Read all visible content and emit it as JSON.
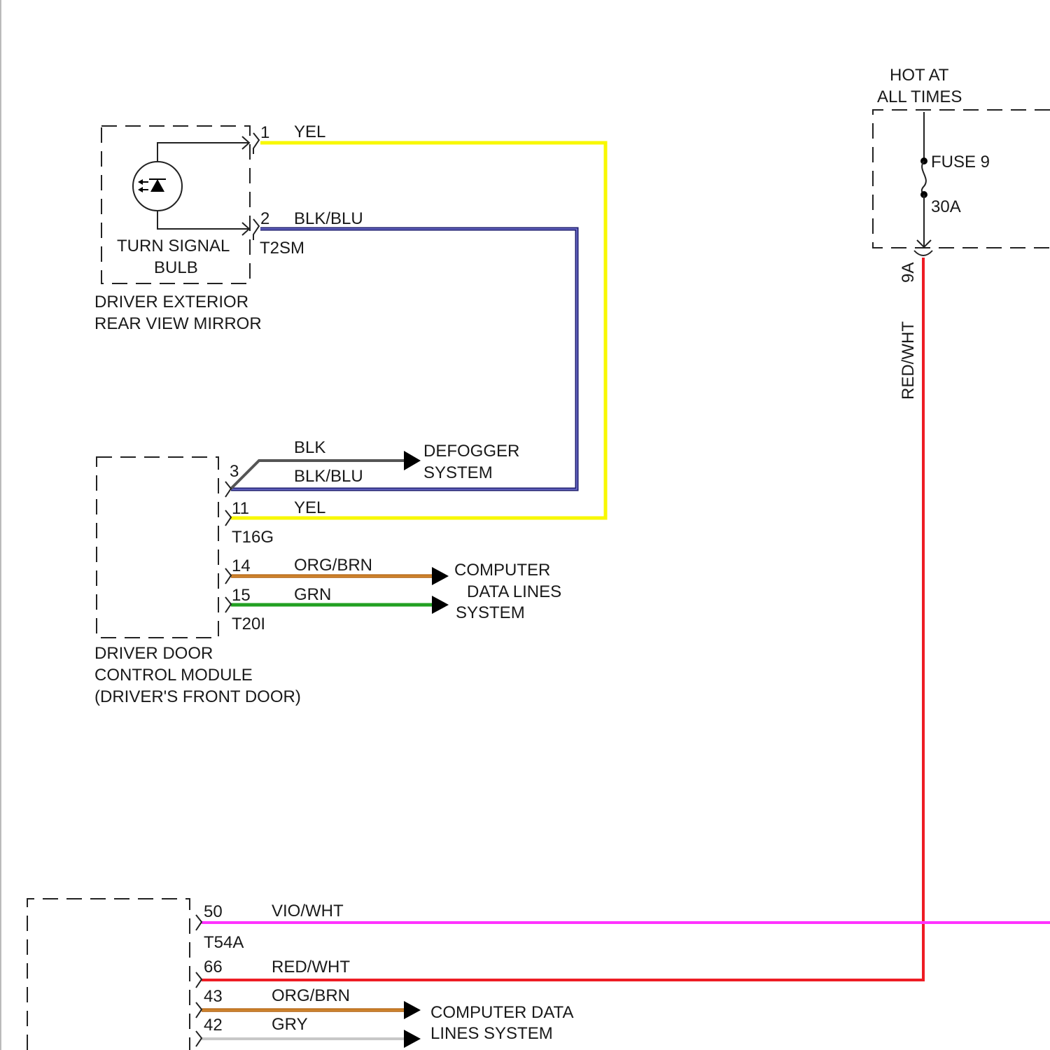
{
  "colors": {
    "YEL": "#f8f800",
    "BLK_BLU_outer": "#1f1f70",
    "BLK_BLU_inner": "#7878d8",
    "BLK": "#555555",
    "ORG_BRN_outer": "#b05a00",
    "ORG_BRN_inner": "#e0a050",
    "GRN": "#22a022",
    "VIO_WHT": "#ff33ff",
    "RED_WHT": "#ee1c24",
    "GRY": "#c8c8c8",
    "component_line": "#222222"
  },
  "power": {
    "hot_at_line1": "HOT AT",
    "hot_at_line2": "ALL TIMES",
    "fuse_name": "FUSE 9",
    "fuse_rating": "30A",
    "connector_pin": "9A",
    "wire_color": "RED/WHT"
  },
  "mirror": {
    "bulb_line1": "TURN SIGNAL",
    "bulb_line2": "BULB",
    "name_line1": "DRIVER EXTERIOR",
    "name_line2": "REAR VIEW MIRROR",
    "connector": "T2SM",
    "pin1": "1",
    "pin1_wire": "YEL",
    "pin2": "2",
    "pin2_wire": "BLK/BLU"
  },
  "door_module": {
    "name_line1": "DRIVER DOOR",
    "name_line2": "CONTROL MODULE",
    "name_line3": "(DRIVER'S FRONT DOOR)",
    "pin3": "3",
    "blk_wire": "BLK",
    "blkblu_wire": "BLK/BLU",
    "defogger_line1": "DEFOGGER",
    "defogger_line2": "SYSTEM",
    "pin11": "11",
    "pin11_wire": "YEL",
    "connector_t16g": "T16G",
    "pin14": "14",
    "pin14_wire": "ORG/BRN",
    "pin15": "15",
    "pin15_wire": "GRN",
    "connector_t20i": "T20I",
    "cdl_line1": "COMPUTER",
    "cdl_line2": "DATA LINES",
    "cdl_line3": "SYSTEM"
  },
  "lower_module": {
    "pin50": "50",
    "pin50_wire": "VIO/WHT",
    "connector_t54a": "T54A",
    "pin66": "66",
    "pin66_wire": "RED/WHT",
    "pin43": "43",
    "pin43_wire": "ORG/BRN",
    "pin42": "42",
    "pin42_wire": "GRY",
    "cdl_line1": "COMPUTER DATA",
    "cdl_line2": "LINES SYSTEM"
  }
}
